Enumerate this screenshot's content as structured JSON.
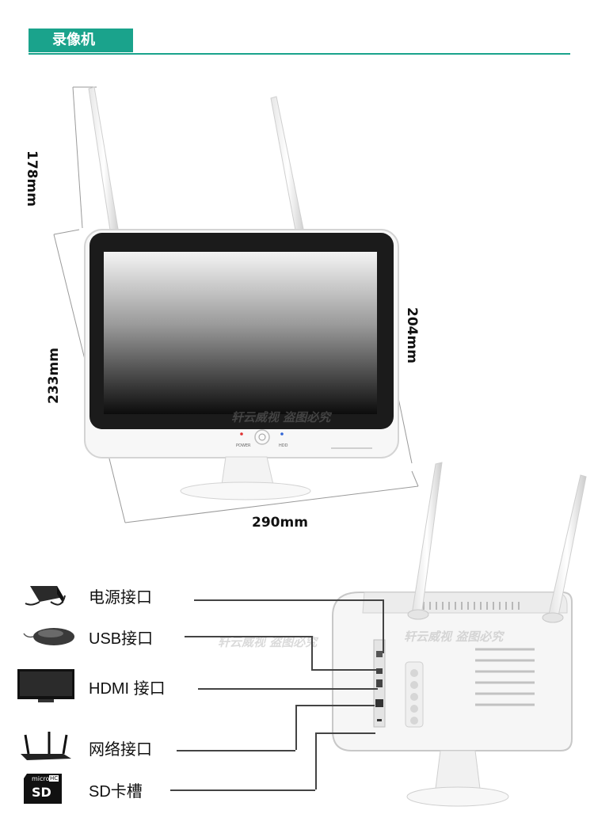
{
  "header": {
    "title": "录像机",
    "accent_color": "#1aa38c"
  },
  "dimensions": {
    "antenna_height": "178mm",
    "total_height": "233mm",
    "screen_height": "204mm",
    "width": "290mm"
  },
  "front_panel": {
    "power_label": "POWER",
    "hdd_label": "HDD"
  },
  "watermarks": {
    "front": "轩云威视 盗图必究",
    "back_left": "轩云威视 盗图必究",
    "back_right": "轩云威视 盗图必究"
  },
  "ports": [
    {
      "label": "电源接口",
      "icon": "power-adapter-icon"
    },
    {
      "label": "USB接口",
      "icon": "mouse-icon"
    },
    {
      "label": "HDMI 接口",
      "icon": "monitor-icon"
    },
    {
      "label": "网络接口",
      "icon": "router-icon"
    },
    {
      "label": "SD卡槽",
      "icon": "sd-card-icon"
    }
  ],
  "sd_card": {
    "top_text": "micro",
    "brand": "SD",
    "badge": "HC"
  }
}
